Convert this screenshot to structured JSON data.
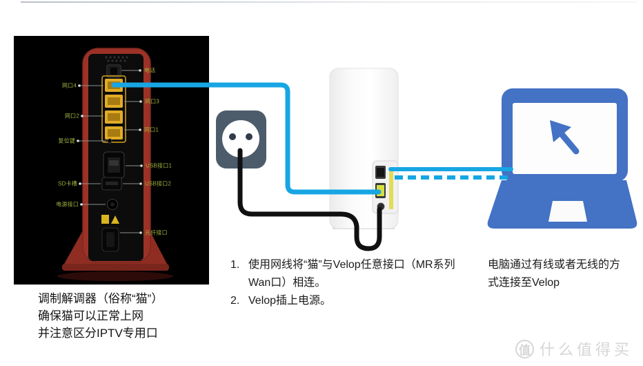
{
  "modem_section": {
    "caption_lines": [
      "调制解调器（俗称“猫”）",
      "确保猫可以正常上网",
      "并注意区分IPTV专用口"
    ],
    "labels": {
      "left": [
        "网口4",
        "网口2",
        "复位键",
        "SD卡槽",
        "电源接口"
      ],
      "right": [
        "电话",
        "网口3",
        "网口1",
        "USB接口1",
        "USB接口2",
        "光纤接口"
      ]
    }
  },
  "instructions": {
    "items": [
      {
        "number": "1.",
        "text": "使用网线将“猫”与Velop任意接口（MR系列Wan口）相连。"
      },
      {
        "number": "2.",
        "text": "Velop插上电源。"
      }
    ]
  },
  "computer_note": "电脑通过有线或者无线的方式连接至Velop",
  "watermark": {
    "badge": "值",
    "text": "什么值得买"
  },
  "colors": {
    "cable_blue": "#17a6e3",
    "laptop_blue": "#4472c4",
    "outlet_slate": "#4d5c6b",
    "modem_red": "#9c3227",
    "port_yellow": "#e2ac25",
    "label_green": "#9fae3c",
    "router_sticker_yellow": "#e3dc55"
  }
}
